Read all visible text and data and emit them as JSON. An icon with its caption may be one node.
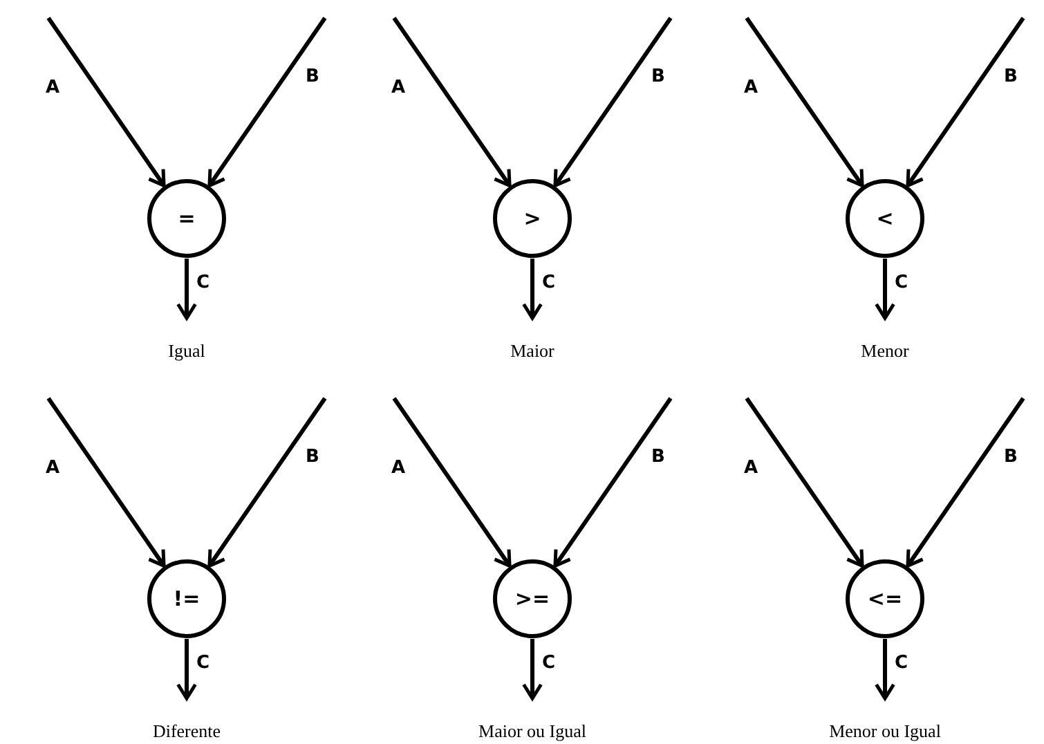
{
  "diagram": {
    "nodes": [
      {
        "text": [
          "="
        ]
      },
      {
        "text": [
          ">"
        ]
      },
      {
        "text": [
          "<"
        ]
      },
      {
        "text": [
          "!="
        ]
      },
      {
        "text": [
          ">="
        ]
      },
      {
        "text": [
          "<="
        ]
      }
    ],
    "labels": [
      "Igual",
      "Maior",
      "Menor",
      "Diferente",
      "Maior ou Igual",
      "Menor ou Igual"
    ],
    "edges": [
      {
        "from": null,
        "to": 0,
        "arrow": "to",
        "label": "A"
      },
      {
        "from": null,
        "to": 0,
        "arrow": "to",
        "label": "B"
      },
      {
        "from": 0,
        "to": null,
        "arrow": "to",
        "label": "C"
      },
      {
        "from": null,
        "to": 1,
        "arrow": "to",
        "label": "A"
      },
      {
        "from": null,
        "to": 1,
        "arrow": "to",
        "label": "B"
      },
      {
        "from": 1,
        "to": null,
        "arrow": "to",
        "label": "C"
      },
      {
        "from": null,
        "to": 2,
        "arrow": "to",
        "label": "A"
      },
      {
        "from": null,
        "to": 2,
        "arrow": "to",
        "label": "B"
      },
      {
        "from": 2,
        "to": null,
        "arrow": "to",
        "label": "C"
      },
      {
        "from": null,
        "to": 3,
        "arrow": "to",
        "label": "A"
      },
      {
        "from": null,
        "to": 3,
        "arrow": "to",
        "label": "B"
      },
      {
        "from": 3,
        "to": null,
        "arrow": "to",
        "label": "C"
      },
      {
        "from": null,
        "to": 4,
        "arrow": "to",
        "label": "A"
      },
      {
        "from": null,
        "to": 4,
        "arrow": "to",
        "label": "B"
      },
      {
        "from": 4,
        "to": null,
        "arrow": "to",
        "label": "C"
      },
      {
        "from": null,
        "to": 5,
        "arrow": "to",
        "label": "A"
      },
      {
        "from": null,
        "to": 5,
        "arrow": "to",
        "label": "B"
      },
      {
        "from": 5,
        "to": null,
        "arrow": "to",
        "label": "C"
      }
    ]
  }
}
